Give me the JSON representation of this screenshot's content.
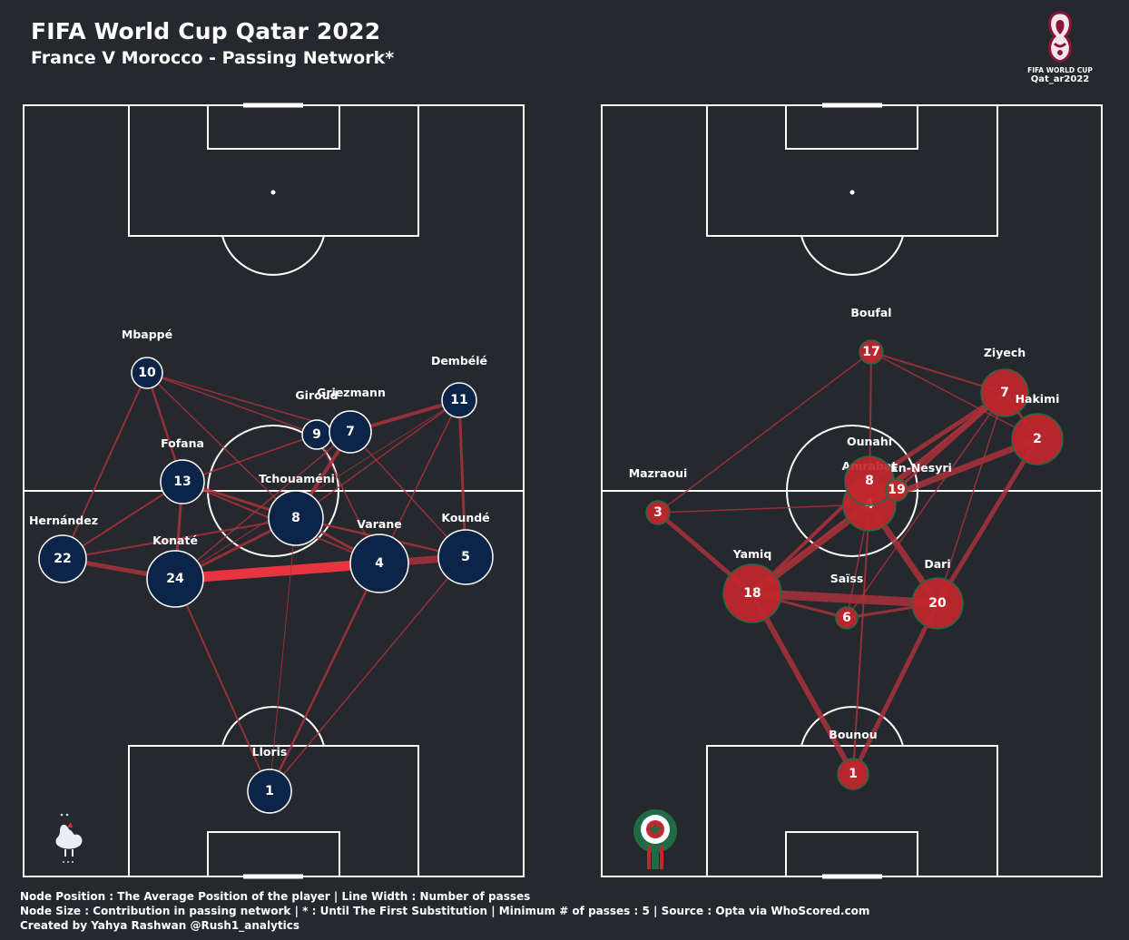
{
  "header": {
    "title": "FIFA World Cup Qatar 2022",
    "subtitle": "France V Morocco - Passing Network*"
  },
  "logo": {
    "icon": "fifa-world-cup-trophy-icon",
    "line1": "FIFA WORLD CUP",
    "line2": "Qat_ar2022"
  },
  "footer": {
    "line1": "Node Position : The Average Position of the player | Line Width : Number of passes",
    "line2": " Node Size : Contribution in passing network | * : Until The First Substitution | Minimum # of passes : 5 | Source : Opta via WhoScored.com",
    "line3": "Created by Yahya Rashwan @Rush1_analytics"
  },
  "teams": [
    {
      "key": "france",
      "crest_icon": "france-rooster-crest-icon",
      "node_color": "#0b2447",
      "node_stroke": "#ffffff",
      "edge_color": "#a9303b",
      "players": [
        {
          "id": "1",
          "name": "Lloris"
        },
        {
          "id": "22",
          "name": "Hernández"
        },
        {
          "id": "24",
          "name": "Konaté"
        },
        {
          "id": "4",
          "name": "Varane"
        },
        {
          "id": "5",
          "name": "Koundé"
        },
        {
          "id": "13",
          "name": "Fofana"
        },
        {
          "id": "8",
          "name": "Tchouaméni"
        },
        {
          "id": "10",
          "name": "Mbappé"
        },
        {
          "id": "9",
          "name": "Giroud"
        },
        {
          "id": "7",
          "name": "Griezmann"
        },
        {
          "id": "11",
          "name": "Dembélé"
        }
      ]
    },
    {
      "key": "morocco",
      "crest_icon": "morocco-crest-icon",
      "node_color": "#c1272d",
      "node_stroke": "#1e6b45",
      "edge_color": "#a9303b",
      "players": [
        {
          "id": "1",
          "name": "Bounou"
        },
        {
          "id": "18",
          "name": "Yamiq"
        },
        {
          "id": "20",
          "name": "Dari"
        },
        {
          "id": "6",
          "name": "Saïss"
        },
        {
          "id": "3",
          "name": "Mazraoui"
        },
        {
          "id": "4",
          "name": "Amrabat"
        },
        {
          "id": "8",
          "name": "Ounahi"
        },
        {
          "id": "19",
          "name": "En-Nesyri"
        },
        {
          "id": "17",
          "name": "Boufal"
        },
        {
          "id": "7",
          "name": "Ziyech"
        },
        {
          "id": "2",
          "name": "Hakimi"
        }
      ]
    }
  ]
}
